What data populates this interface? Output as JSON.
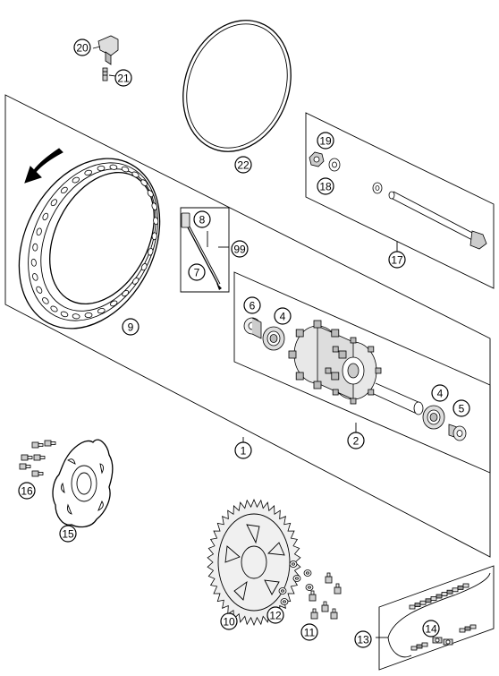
{
  "callouts": {
    "c1": "1",
    "c2": "2",
    "c4a": "4",
    "c4b": "4",
    "c5": "5",
    "c6": "6",
    "c7": "7",
    "c8": "8",
    "c9": "9",
    "c10": "10",
    "c11": "11",
    "c12": "12",
    "c13": "13",
    "c14": "14",
    "c15": "15",
    "c16": "16",
    "c17": "17",
    "c18": "18",
    "c19": "19",
    "c20": "20",
    "c21": "21",
    "c22": "22",
    "c99": "99"
  }
}
